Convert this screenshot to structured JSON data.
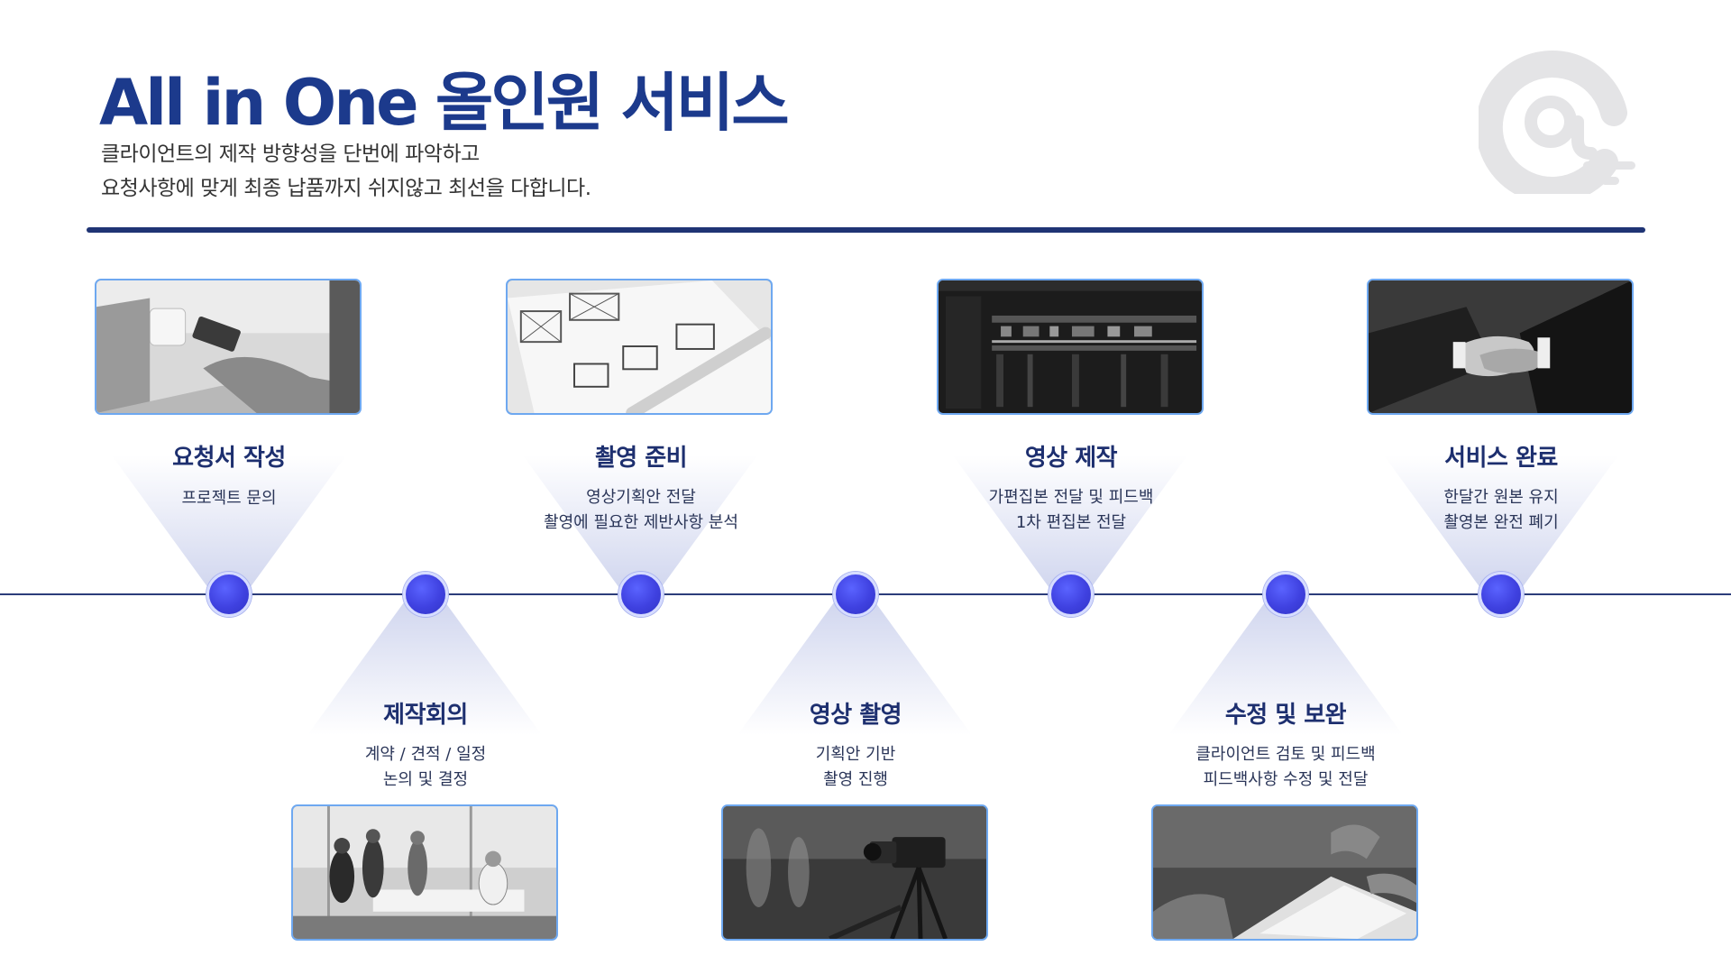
{
  "header": {
    "title": "All in One 올인원 서비스",
    "subtitle_lines": [
      "클라이언트의 제작 방향성을 단번에 파악하고",
      "요청사항에 맞게 최종 납품까지 쉬지않고 최선을 다합니다."
    ]
  },
  "colors": {
    "brand": "#1c3a8c",
    "rule": "#1f3474",
    "node": "#3f41e0",
    "photo_border": "#6ea8f0"
  },
  "steps": [
    {
      "title": "요청서 작성",
      "desc": [
        "프로젝트 문의"
      ],
      "photo": "laptop-phone-photo"
    },
    {
      "title": "제작회의",
      "desc": [
        "계약 / 견적 / 일정",
        "논의 및 결정"
      ],
      "photo": "office-meeting-photo"
    },
    {
      "title": "촬영 준비",
      "desc": [
        "영상기획안 전달",
        "촬영에 필요한 제반사항 분석"
      ],
      "photo": "wireframe-sketch-photo"
    },
    {
      "title": "영상 촬영",
      "desc": [
        "기획안 기반",
        "촬영 진행"
      ],
      "photo": "video-camera-photo"
    },
    {
      "title": "영상 제작",
      "desc": [
        "가편집본 전달 및 피드백",
        "1차 편집본 전달"
      ],
      "photo": "editing-timeline-photo"
    },
    {
      "title": "수정 및 보완",
      "desc": [
        "클라이언트 검토 및 피드백",
        "피드백사항 수정 및 전달"
      ],
      "photo": "tablet-review-photo"
    },
    {
      "title": "서비스 완료",
      "desc": [
        "한달간 원본 유지",
        "촬영본 완전 폐기"
      ],
      "photo": "handshake-photo"
    }
  ]
}
